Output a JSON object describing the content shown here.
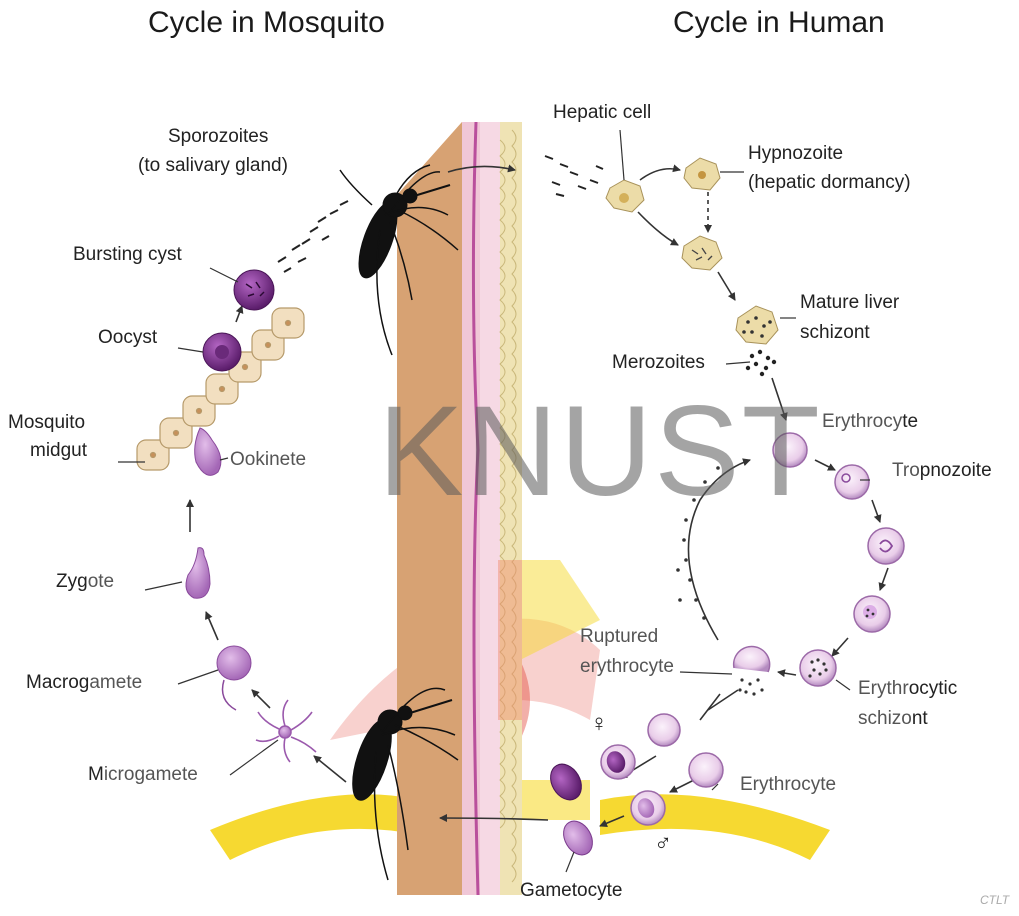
{
  "headers": {
    "mosquito": "Cycle in Mosquito",
    "human": "Cycle in Human"
  },
  "watermark": "KNUST",
  "credit": "CTLT",
  "labels": {
    "sporozoites_1": "Sporozoites",
    "sporozoites_2": "(to salivary gland)",
    "bursting_cyst": "Bursting cyst",
    "oocyst": "Oocyst",
    "mosquito_midgut_1": "Mosquito",
    "mosquito_midgut_2": "midgut",
    "ookinete": "Ookinete",
    "zygote_a": "Zyg",
    "zygote_b": "ote",
    "macrogamete_a": "Macrog",
    "macrogamete_b": "amete",
    "microgamete_a": "M",
    "microgamete_b": "icrogamete",
    "hepatic_cell": "Hepatic cell",
    "hypnozoite_1": "Hypnozoite",
    "hypnozoite_2": "(hepatic dormancy)",
    "mature_liver_1": "Mature liver",
    "mature_liver_2": "schizont",
    "merozoites": "Merozoites",
    "erythrocyte_top_a": "Erythrocy",
    "erythrocyte_top_b": "te",
    "trophozoite_a": "Tro",
    "trophozoite_b": "pnozoite",
    "ruptured_1": "Ruptured",
    "ruptured_2": "erythrocyte",
    "ery_schizont_1a": "Erythr",
    "ery_schizont_1b": "ocytic",
    "ery_schizont_2a": "schizo",
    "ery_schizont_2b": "nt",
    "erythrocyte_bottom": "Erythrocyte",
    "gametocyte": "Gametocyte",
    "female_symbol": "♀",
    "male_symbol": "♂"
  },
  "colors": {
    "parasite_purple": "#b47cc4",
    "dark_purple": "#6a2a7a",
    "liver_cell": "#ecdca8",
    "skin_tan": "#e2b887",
    "skin_pink": "#efc6d8",
    "tissue_yellow": "#efe3b4",
    "knust_yellow": "#f5d51a",
    "knust_red": "#e03a2a"
  }
}
